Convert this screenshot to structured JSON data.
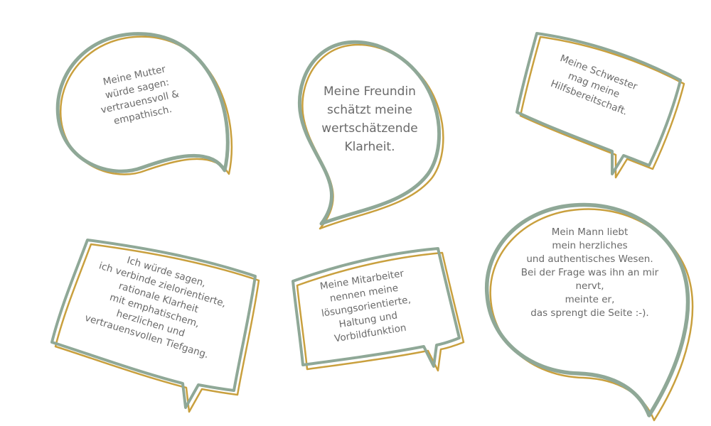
{
  "colors": {
    "sage": "#8fa897",
    "gold": "#c9a03e",
    "text": "#6a6a6a",
    "background": "#ffffff"
  },
  "bubbles": [
    {
      "id": "mutter",
      "text": "Meine Mutter\nwürde sagen:\nvertrauensvoll &\nempathisch."
    },
    {
      "id": "freundin",
      "text": "Meine Freundin\nschätzt meine\nwertschätzende\nKlarheit."
    },
    {
      "id": "schwester",
      "text": "Meine Schwester\nmag meine\nHilfsbereitschaft."
    },
    {
      "id": "ich",
      "text": "Ich würde sagen,\nich verbinde zielorientierte,\nrationale Klarheit\nmit emphatischem,\nherzlichen und\nvertrauensvollen Tiefgang."
    },
    {
      "id": "mitarbeiter",
      "text": "Meine Mitarbeiter\nnennen meine\nlösungsorientierte,\nHaltung und\nVorbildfunktion"
    },
    {
      "id": "mann",
      "text": "Mein Mann liebt\nmein herzliches\nund authentisches Wesen.\nBei der Frage was ihn an mir\nnervt,\nmeinte er,\ndas sprengt die Seite :-)."
    }
  ]
}
